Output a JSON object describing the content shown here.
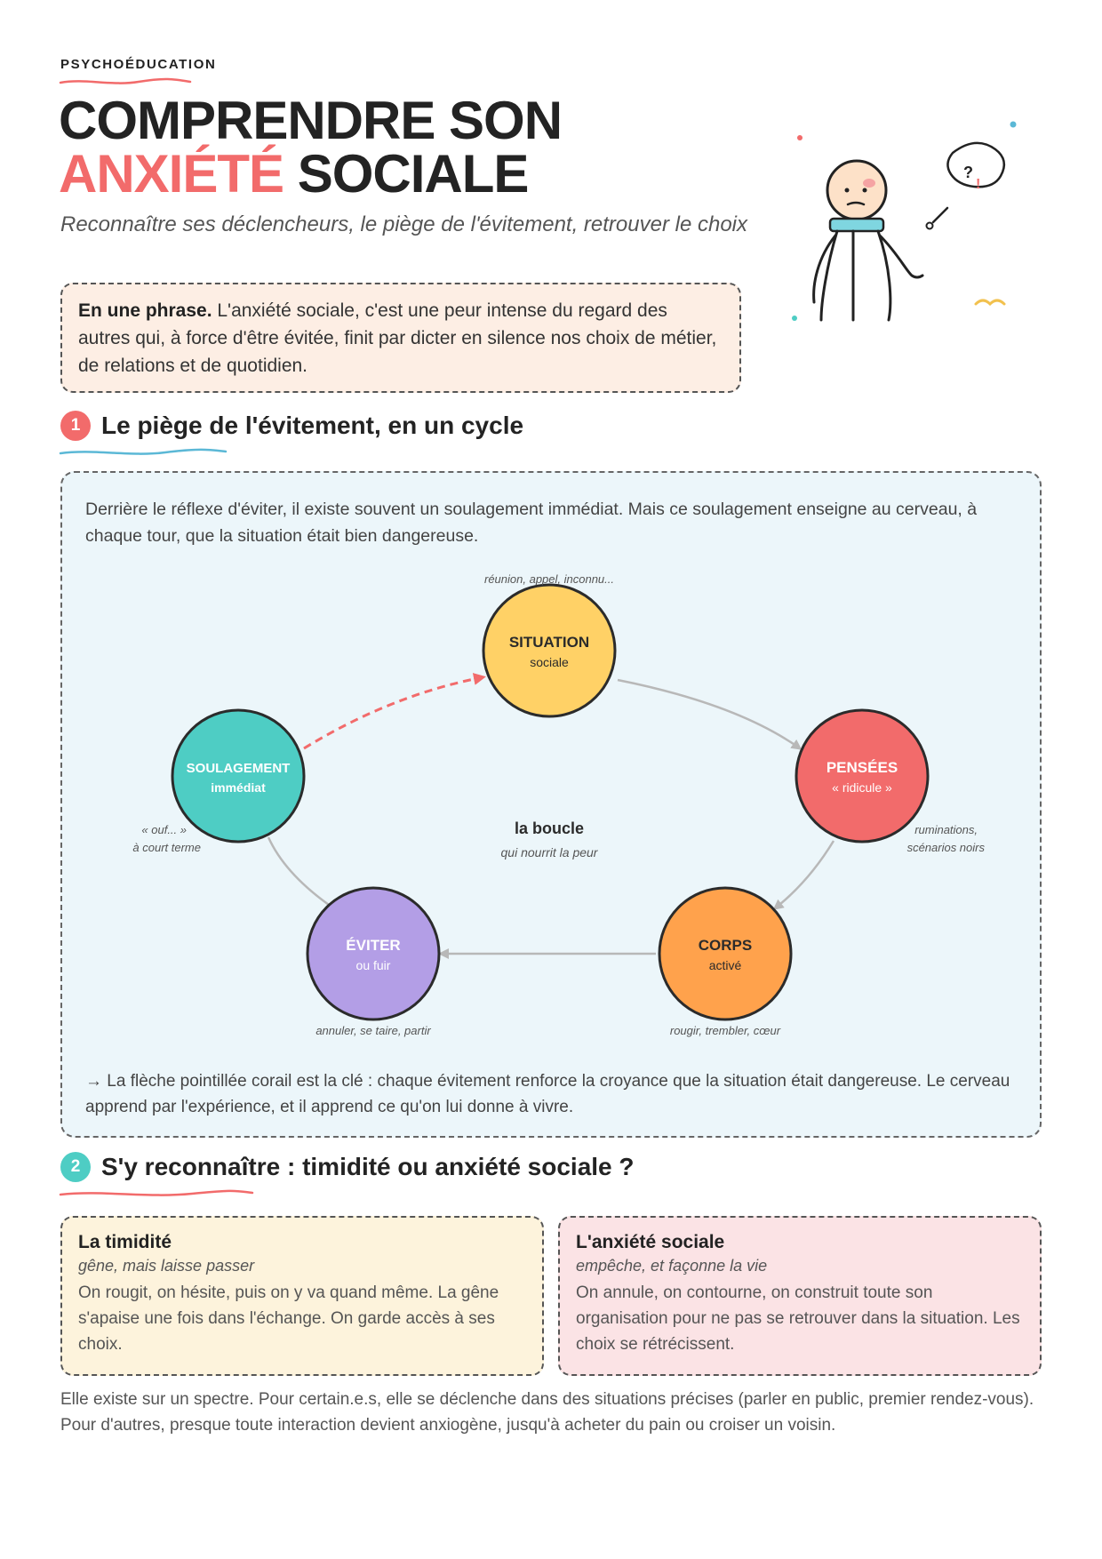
{
  "header": {
    "kicker": "PSYCHOÉDUCATION",
    "title_line1": "COMPRENDRE SON",
    "title_accent": "ANXIÉTÉ",
    "title_rest": " SOCIALE",
    "subtitle": "Reconnaître ses déclencheurs, le piège de l'évitement, retrouver le choix"
  },
  "summary": {
    "lead": "En une phrase.",
    "text": " L'anxiété sociale, c'est une peur intense du regard des autres qui, à force d'être évitée, finit par dicter en silence nos choix de métier, de relations et de quotidien."
  },
  "section1": {
    "number": "1",
    "title": "Le piège de l'évitement, en un cycle",
    "intro": "Derrière le réflexe d'éviter, il existe souvent un soulagement immédiat. Mais ce soulagement enseigne au cerveau, à chaque tour, que la situation était bien dangereuse.",
    "outro": "→ La flèche pointillée corail est la clé : chaque évitement renforce la croyance que la situation était dangereuse. Le cerveau apprend par l'expérience, et il apprend ce qu'on lui donne à vivre."
  },
  "cycle": {
    "center_title": "la boucle",
    "center_sub": "qui nourrit la peur",
    "nodes": [
      {
        "id": "situation",
        "title": "SITUATION",
        "sub": "sociale",
        "note1": "réunion, appel, inconnu...",
        "note2": "",
        "color": "#ffd166",
        "text_color": "#2b2b2b"
      },
      {
        "id": "pensees",
        "title": "PENSÉES",
        "sub": "« ridicule »",
        "note1": "ruminations,",
        "note2": "scénarios noirs",
        "color": "#f26b6b",
        "text_color": "#ffffff"
      },
      {
        "id": "corps",
        "title": "CORPS",
        "sub": "activé",
        "note1": "rougir, trembler, cœur",
        "note2": "",
        "color": "#ffa24c",
        "text_color": "#2b2b2b"
      },
      {
        "id": "eviter",
        "title": "ÉVITER",
        "sub": "ou fuir",
        "note1": "annuler, se taire, partir",
        "note2": "",
        "color": "#b39ee6",
        "text_color": "#ffffff"
      },
      {
        "id": "soulagement",
        "title": "SOULAGEMENT",
        "sub": "immédiat",
        "note1": "« ouf... »",
        "note2": "à court terme",
        "color": "#4ecdc4",
        "text_color": "#ffffff"
      }
    ]
  },
  "section2": {
    "number": "2",
    "title": "S'y reconnaître : timidité ou anxiété sociale ?",
    "cards": [
      {
        "title": "La timidité",
        "subtitle": "gêne, mais laisse passer",
        "body": "On rougit, on hésite, puis on y va quand même. La gêne s'apaise une fois dans l'échange. On garde accès à ses choix."
      },
      {
        "title": "L'anxiété sociale",
        "subtitle": "empêche, et façonne la vie",
        "body": "On annule, on contourne, on construit toute son organisation pour ne pas se retrouver dans la situation. Les choix se rétrécissent."
      }
    ],
    "closing": "Elle existe sur un spectre. Pour certain.e.s, elle se déclenche dans des situations précises (parler en public, premier rendez-vous). Pour d'autres, presque toute interaction devient anxiogène, jusqu'à acheter du pain ou croiser un voisin."
  },
  "illustration": {
    "bubble_q": "?",
    "bubble_ex": "!"
  },
  "colors": {
    "coral": "#f26b6b",
    "teal": "#4ecdc4",
    "box_bg": "#ecf6fa"
  }
}
